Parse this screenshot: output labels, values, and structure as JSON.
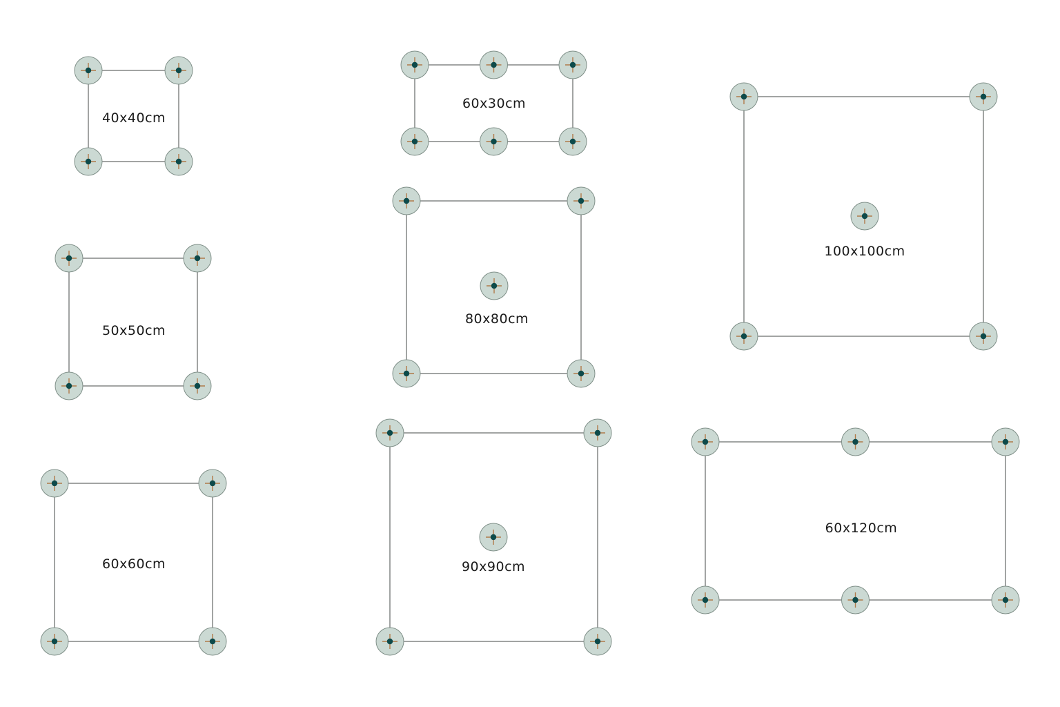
{
  "colors": {
    "background": "#ffffff",
    "frame_line": "#555a58",
    "fixing_disc": "#cbd9d3",
    "fixing_disc_border": "#7f8f88",
    "fixing_cross": "#b07a4a",
    "fixing_dot": "#0d4a4a",
    "label_text": "#1a1a1a"
  },
  "icons": {
    "fixing_point": "fixing-point-icon"
  },
  "panels": [
    {
      "label": "40x40cm",
      "edge_fixings": 4,
      "center_fixing": false
    },
    {
      "label": "60x30cm",
      "edge_fixings": 6,
      "center_fixing": false
    },
    {
      "label": "100x100cm",
      "edge_fixings": 4,
      "center_fixing": true
    },
    {
      "label": "50x50cm",
      "edge_fixings": 4,
      "center_fixing": false
    },
    {
      "label": "80x80cm",
      "edge_fixings": 4,
      "center_fixing": true
    },
    {
      "label": "60x60cm",
      "edge_fixings": 4,
      "center_fixing": false
    },
    {
      "label": "90x90cm",
      "edge_fixings": 4,
      "center_fixing": true
    },
    {
      "label": "60x120cm",
      "edge_fixings": 6,
      "center_fixing": false
    }
  ]
}
